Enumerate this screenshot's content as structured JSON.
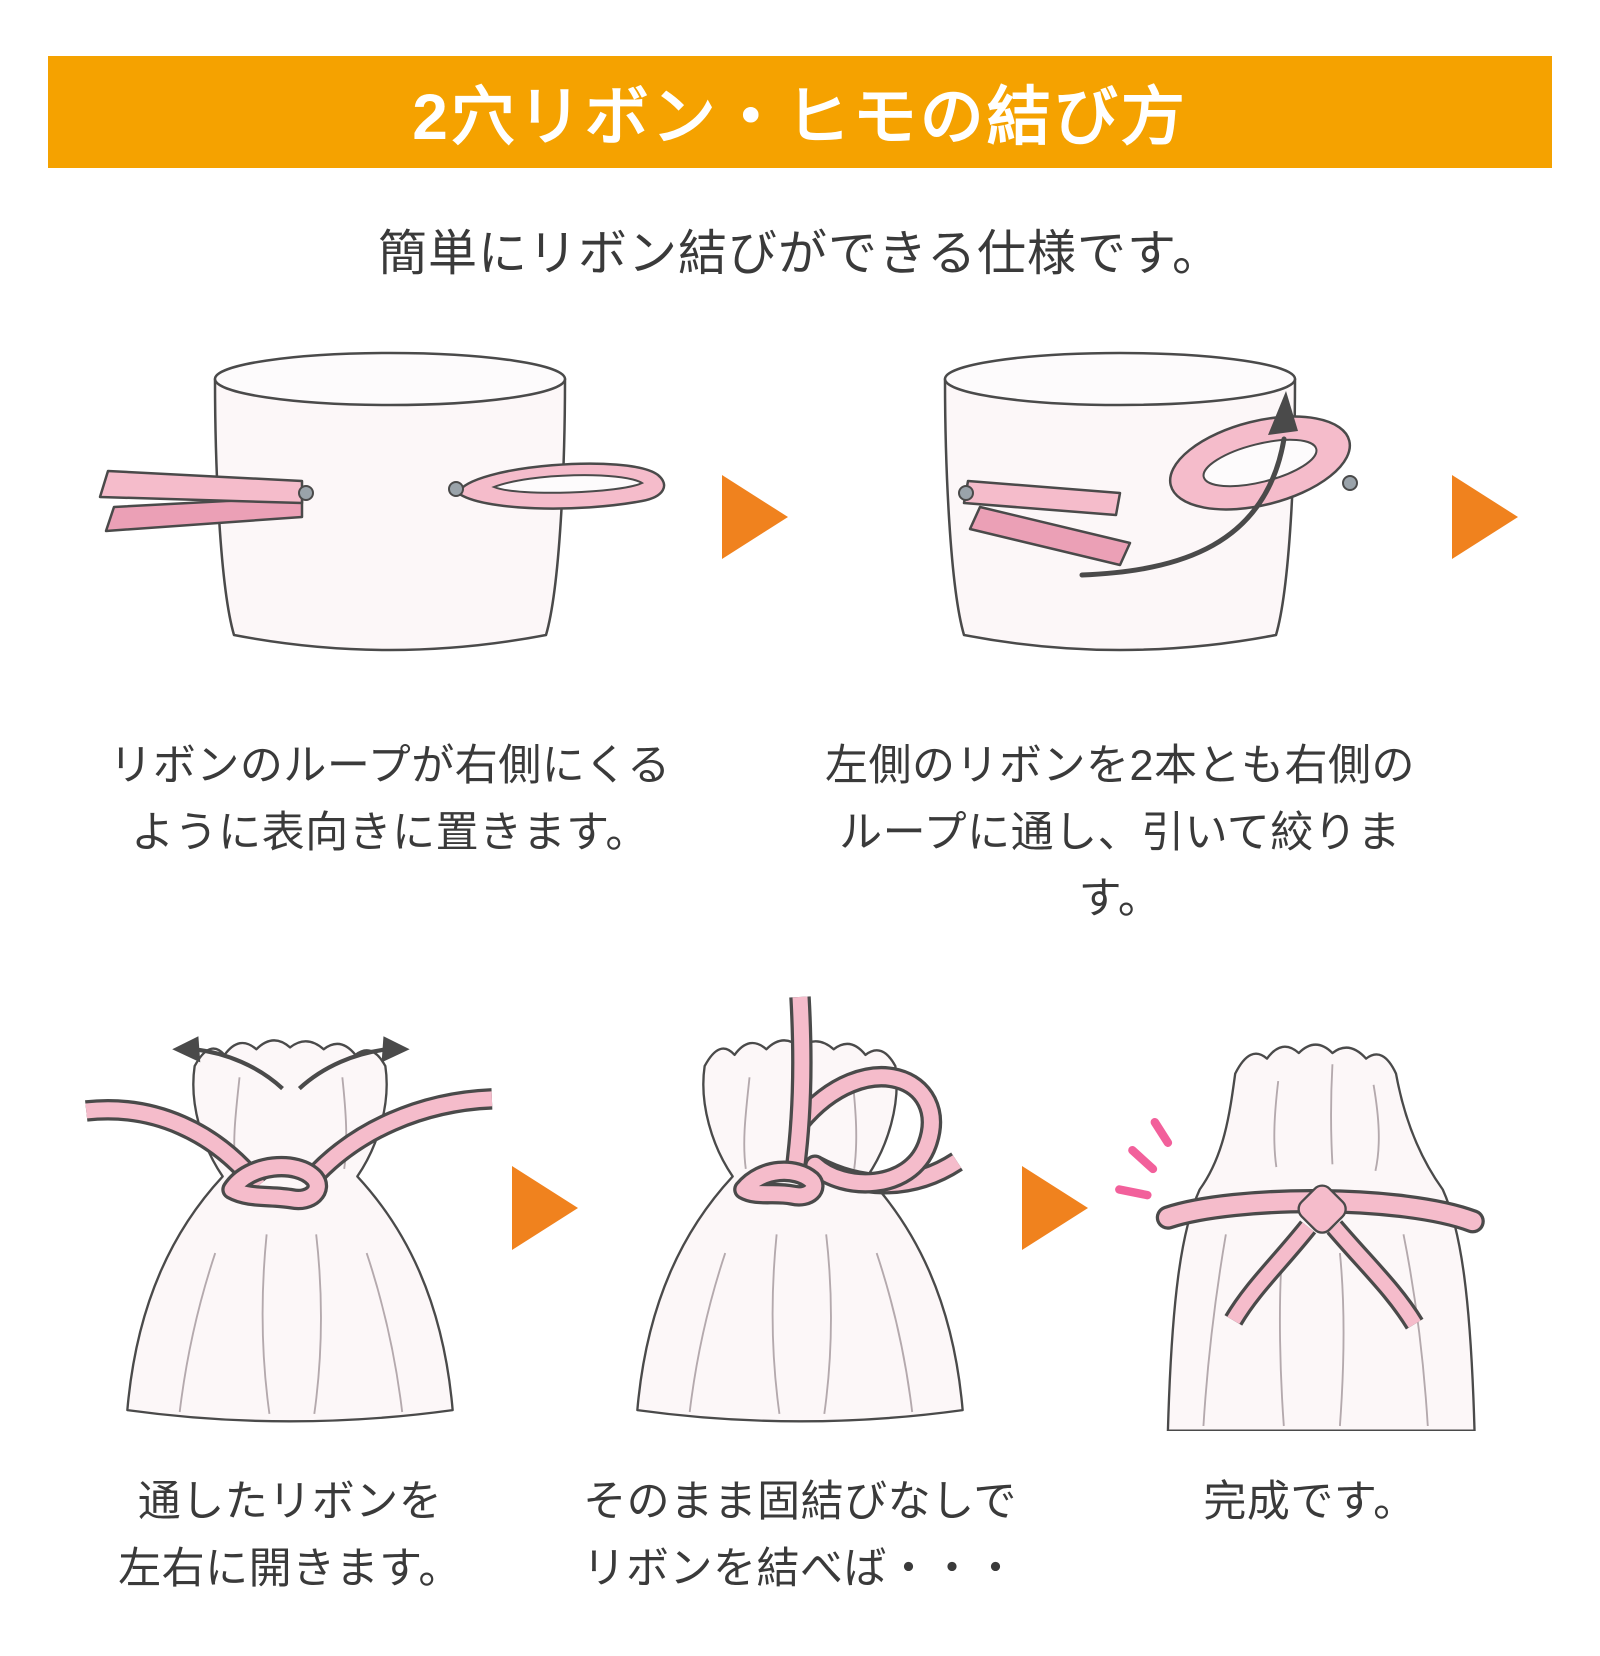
{
  "header": {
    "title": "2穴リボン・ヒモの結び方"
  },
  "subtitle": "簡単にリボン結びができる仕様です。",
  "steps": [
    {
      "caption_line1": "リボンのループが右側にくる",
      "caption_line2": "ように表向きに置きます。"
    },
    {
      "caption_line1": "左側のリボンを2本とも右側の",
      "caption_line2": "ループに通し、引いて絞ります。"
    },
    {
      "caption_line1": "通したリボンを",
      "caption_line2": "左右に開きます。"
    },
    {
      "caption_line1": "そのまま固結びなしで",
      "caption_line2": "リボンを結べば・・・"
    },
    {
      "caption_line1": "完成です。",
      "caption_line2": ""
    }
  ],
  "icons": {
    "step_arrow": "orange-right-triangle"
  },
  "colors": {
    "banner_orange": "#F5A200",
    "arrow_orange": "#F0821E",
    "ribbon_pink": "#F5BCCB",
    "ribbon_pink_dark": "#EBA0B6",
    "accent_pink": "#F2609B",
    "text_dark": "#3A3A3A",
    "outline_gray": "#4A4A4A",
    "bag_fill": "#FCF7F8",
    "grommet_gray": "#9AA3AA"
  }
}
